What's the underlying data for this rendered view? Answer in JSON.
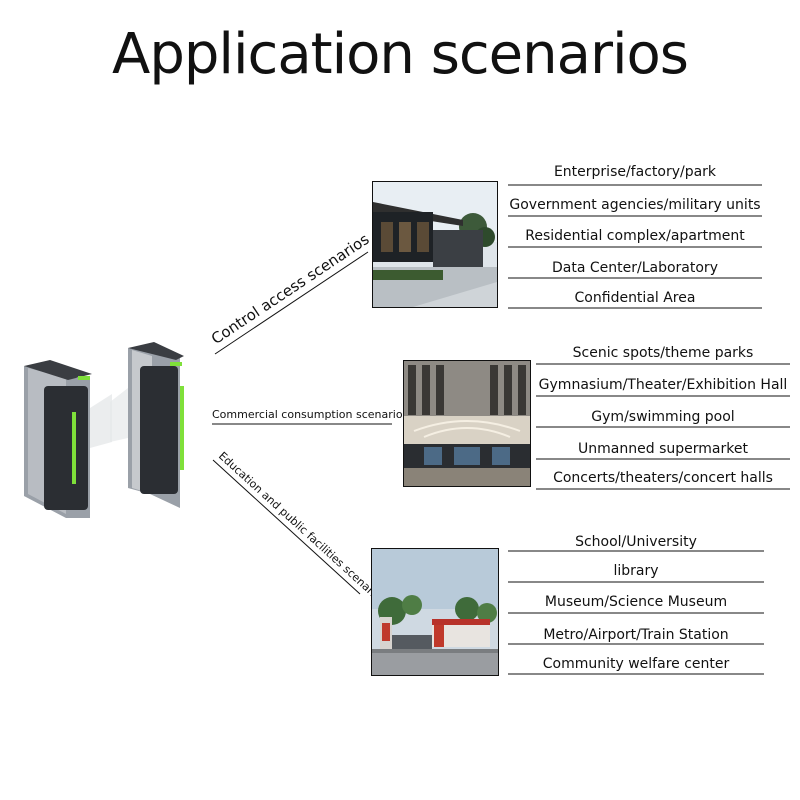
{
  "title": "Application scenarios",
  "branches": [
    {
      "label": "Control access scenarios",
      "photo_icon": "modern-building-entrance-photo",
      "items": [
        "Enterprise/factory/park",
        "Government agencies/military units",
        "Residential complex/apartment",
        "Data Center/Laboratory",
        "Confidential Area"
      ]
    },
    {
      "label": "Commercial consumption scenarios",
      "photo_icon": "exhibition-hall-interior-photo",
      "items": [
        "Scenic spots/theme parks",
        "Gymnasium/Theater/Exhibition Hall",
        "Gym/swimming pool",
        "Unmanned supermarket",
        "Concerts/theaters/concert halls"
      ]
    },
    {
      "label": "Education and public facilities scenario",
      "photo_icon": "school-gate-photo",
      "items": [
        "School/University",
        "library",
        "Museum/Science Museum",
        "Metro/Airport/Train Station",
        "Community welfare center"
      ]
    }
  ],
  "colors": {
    "text": "#111111",
    "accent_green": "#7fe03a",
    "gate_dark": "#2b2e33",
    "gate_silver": "#a9adb3"
  }
}
